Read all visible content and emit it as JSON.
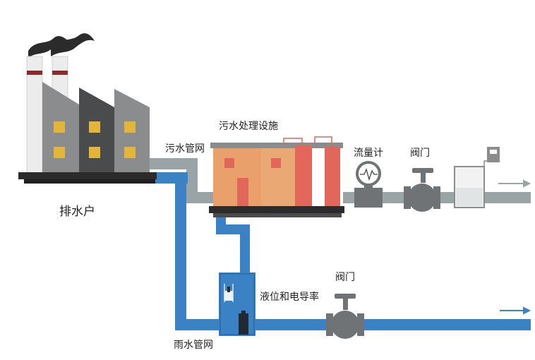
{
  "labels": {
    "discharger": "排水户",
    "sewage_pipe": "污水管网",
    "treatment_facility": "污水处理设施",
    "flow_meter": "流量计",
    "valve_top": "阀门",
    "valve_bottom": "阀门",
    "level_conductivity": "液位和电导率",
    "rain_pipe": "雨水管网"
  },
  "colors": {
    "sewage_pipe": "#9aa3a6",
    "rain_pipe": "#3b82c4",
    "factory_light": "#8b8c8e",
    "factory_dark": "#4a4b4d",
    "window": "#e3b53a",
    "facility": "#e9a06a",
    "facility_red": "#e0675a",
    "smoke": "#2b2b2b"
  },
  "icons": [
    "factory-icon",
    "smoke-icon",
    "flow-meter-icon",
    "valve-icon",
    "tank-icon",
    "sensor-icon",
    "arrow-right-icon"
  ]
}
